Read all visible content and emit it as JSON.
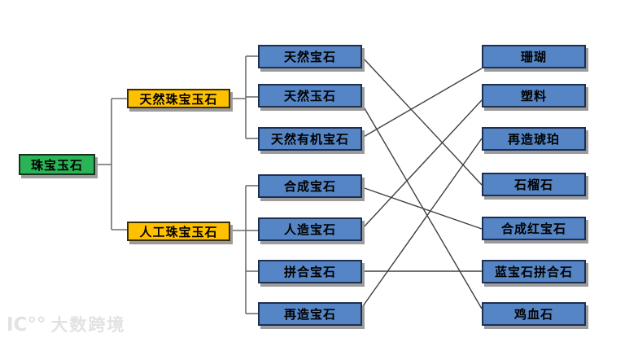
{
  "tree": {
    "root": {
      "label": "珠宝玉石",
      "color": "#2bb457"
    },
    "branches": [
      {
        "label": "天然珠宝玉石",
        "color": "#ffc000"
      },
      {
        "label": "人工珠宝玉石",
        "color": "#ffc000"
      }
    ],
    "mid": [
      {
        "label": "天然宝石"
      },
      {
        "label": "天然玉石"
      },
      {
        "label": "天然有机宝石"
      },
      {
        "label": "合成宝石"
      },
      {
        "label": "人造宝石"
      },
      {
        "label": "拼合宝石"
      },
      {
        "label": "再造宝石"
      }
    ],
    "right": [
      {
        "label": "珊瑚"
      },
      {
        "label": "塑料"
      },
      {
        "label": "再造琥珀"
      },
      {
        "label": "石榴石"
      },
      {
        "label": "合成红宝石"
      },
      {
        "label": "蓝宝石拼合石"
      },
      {
        "label": "鸡血石"
      }
    ],
    "connections": [
      {
        "from": "天然宝石",
        "to": "石榴石"
      },
      {
        "from": "天然玉石",
        "to": "鸡血石"
      },
      {
        "from": "天然有机宝石",
        "to": "珊瑚"
      },
      {
        "from": "合成宝石",
        "to": "合成红宝石"
      },
      {
        "from": "人造宝石",
        "to": "塑料"
      },
      {
        "from": "拼合宝石",
        "to": "蓝宝石拼合石"
      },
      {
        "from": "再造宝石",
        "to": "再造琥珀"
      }
    ],
    "node_color": "#5585c5",
    "line_color": "#404040"
  },
  "watermark": {
    "logo": "IC°°",
    "text": "大数跨境"
  }
}
